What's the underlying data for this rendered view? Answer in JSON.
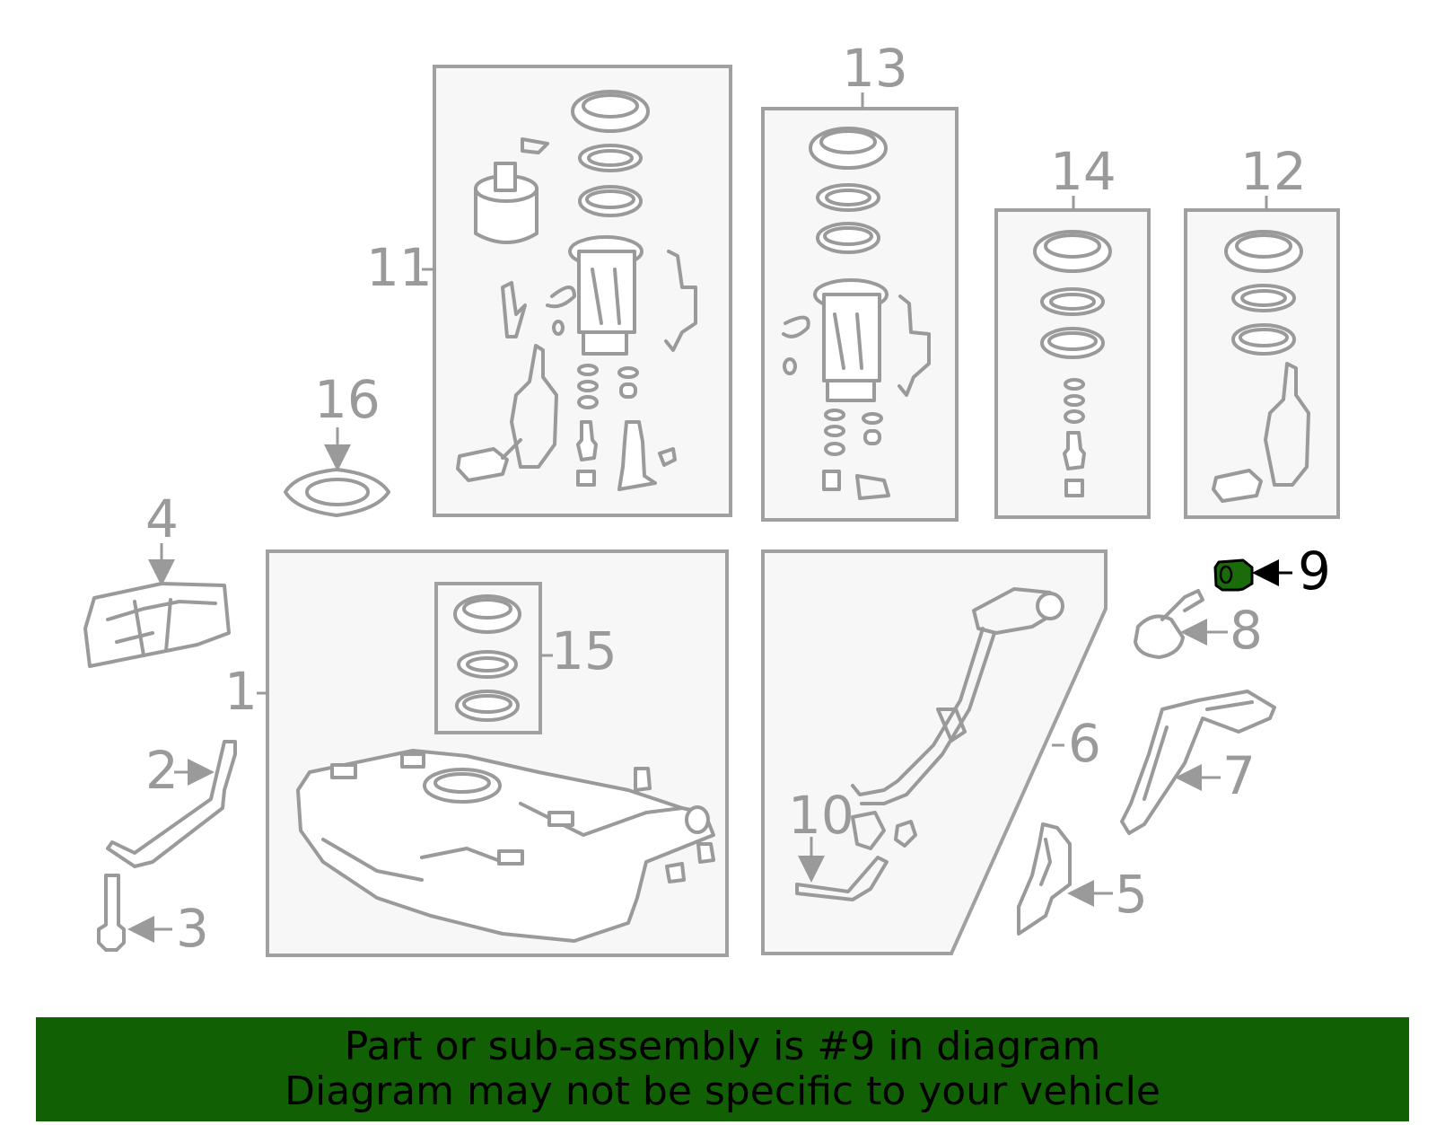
{
  "diagram": {
    "highlighted_part": "9",
    "highlight_color": "#1a6b0a",
    "callouts": [
      "1",
      "2",
      "3",
      "4",
      "5",
      "6",
      "7",
      "8",
      "9",
      "10",
      "11",
      "12",
      "13",
      "14",
      "15",
      "16"
    ]
  },
  "banner": {
    "background": "#116004",
    "line1": "Part or sub-assembly is #9 in diagram",
    "line2": "Diagram may not be specific to your vehicle"
  }
}
